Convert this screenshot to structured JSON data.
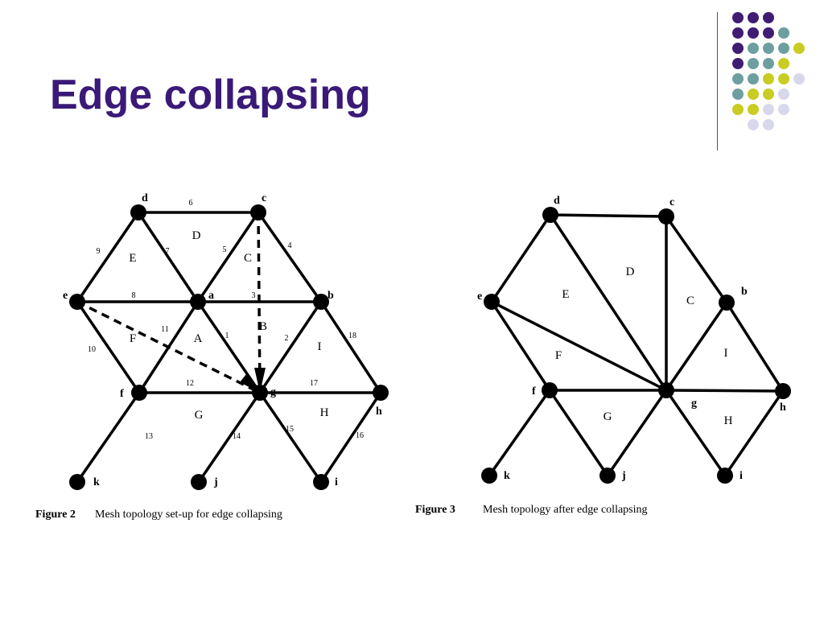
{
  "slide": {
    "title": "Edge collapsing",
    "accent_color": "#3a1a78"
  },
  "decoration": {
    "dot_colors": {
      "purple": "#3f1d73",
      "teal": "#6d9fa0",
      "yellow": "#c9cc22",
      "lavender": "#d8d8ec"
    },
    "dot_rows": [
      [
        "purple",
        "purple",
        "purple"
      ],
      [
        "purple",
        "purple",
        "purple",
        "teal"
      ],
      [
        "purple",
        "teal",
        "teal",
        "teal",
        "yellow"
      ],
      [
        "purple",
        "teal",
        "teal",
        "yellow"
      ],
      [
        "teal",
        "teal",
        "yellow",
        "yellow",
        "lavender"
      ],
      [
        "teal",
        "yellow",
        "yellow",
        "lavender"
      ],
      [
        "yellow",
        "yellow",
        "lavender",
        "lavender"
      ],
      [
        "lavender",
        "lavender"
      ]
    ]
  },
  "figure2": {
    "caption_number": "Figure 2",
    "caption_text": "Mesh topology set-up for edge collapsing",
    "vertices": [
      {
        "id": "d",
        "label": "d"
      },
      {
        "id": "c",
        "label": "c"
      },
      {
        "id": "e",
        "label": "e"
      },
      {
        "id": "a",
        "label": "a"
      },
      {
        "id": "b",
        "label": "b"
      },
      {
        "id": "f",
        "label": "f"
      },
      {
        "id": "g",
        "label": "g"
      },
      {
        "id": "h",
        "label": "h"
      },
      {
        "id": "k",
        "label": "k"
      },
      {
        "id": "j",
        "label": "j"
      },
      {
        "id": "i",
        "label": "i"
      }
    ],
    "edges": [
      {
        "from": "d",
        "to": "c",
        "label": "6"
      },
      {
        "from": "c",
        "to": "b",
        "label": "4"
      },
      {
        "from": "d",
        "to": "e",
        "label": "9"
      },
      {
        "from": "d",
        "to": "a",
        "label": "7"
      },
      {
        "from": "c",
        "to": "a",
        "label": "5"
      },
      {
        "from": "e",
        "to": "a",
        "label": "8"
      },
      {
        "from": "a",
        "to": "b",
        "label": "3"
      },
      {
        "from": "e",
        "to": "f",
        "label": "10"
      },
      {
        "from": "a",
        "to": "f",
        "label": "11"
      },
      {
        "from": "a",
        "to": "g",
        "label": "1"
      },
      {
        "from": "b",
        "to": "g",
        "label": "2"
      },
      {
        "from": "b",
        "to": "h",
        "label": "18"
      },
      {
        "from": "f",
        "to": "g",
        "label": "12"
      },
      {
        "from": "g",
        "to": "h",
        "label": "17"
      },
      {
        "from": "f",
        "to": "k",
        "label": "13"
      },
      {
        "from": "g",
        "to": "j",
        "label": "14"
      },
      {
        "from": "g",
        "to": "i",
        "label": "15"
      },
      {
        "from": "h",
        "to": "i",
        "label": "16"
      }
    ],
    "collapse_paths": [
      {
        "from": "e",
        "to": "g"
      },
      {
        "from": "c",
        "to": "g"
      }
    ],
    "faces": [
      "E",
      "D",
      "C",
      "F",
      "A",
      "B",
      "I",
      "G",
      "H"
    ]
  },
  "figure3": {
    "caption_number": "Figure 3",
    "caption_text": "Mesh topology after edge collapsing",
    "vertices": [
      {
        "id": "d",
        "label": "d"
      },
      {
        "id": "c",
        "label": "c"
      },
      {
        "id": "e",
        "label": "e"
      },
      {
        "id": "b",
        "label": "b"
      },
      {
        "id": "f",
        "label": "f"
      },
      {
        "id": "g",
        "label": "g"
      },
      {
        "id": "h",
        "label": "h"
      },
      {
        "id": "k",
        "label": "k"
      },
      {
        "id": "j",
        "label": "j"
      },
      {
        "id": "i",
        "label": "i"
      }
    ],
    "edges": [
      {
        "from": "d",
        "to": "c"
      },
      {
        "from": "d",
        "to": "e"
      },
      {
        "from": "d",
        "to": "g"
      },
      {
        "from": "c",
        "to": "g"
      },
      {
        "from": "c",
        "to": "b"
      },
      {
        "from": "e",
        "to": "g"
      },
      {
        "from": "e",
        "to": "f"
      },
      {
        "from": "b",
        "to": "g"
      },
      {
        "from": "b",
        "to": "h"
      },
      {
        "from": "f",
        "to": "g"
      },
      {
        "from": "g",
        "to": "h"
      },
      {
        "from": "f",
        "to": "k"
      },
      {
        "from": "f",
        "to": "j"
      },
      {
        "from": "g",
        "to": "j"
      },
      {
        "from": "g",
        "to": "i"
      },
      {
        "from": "h",
        "to": "i"
      }
    ],
    "faces": [
      "E",
      "D",
      "C",
      "F",
      "I",
      "G",
      "H"
    ]
  }
}
